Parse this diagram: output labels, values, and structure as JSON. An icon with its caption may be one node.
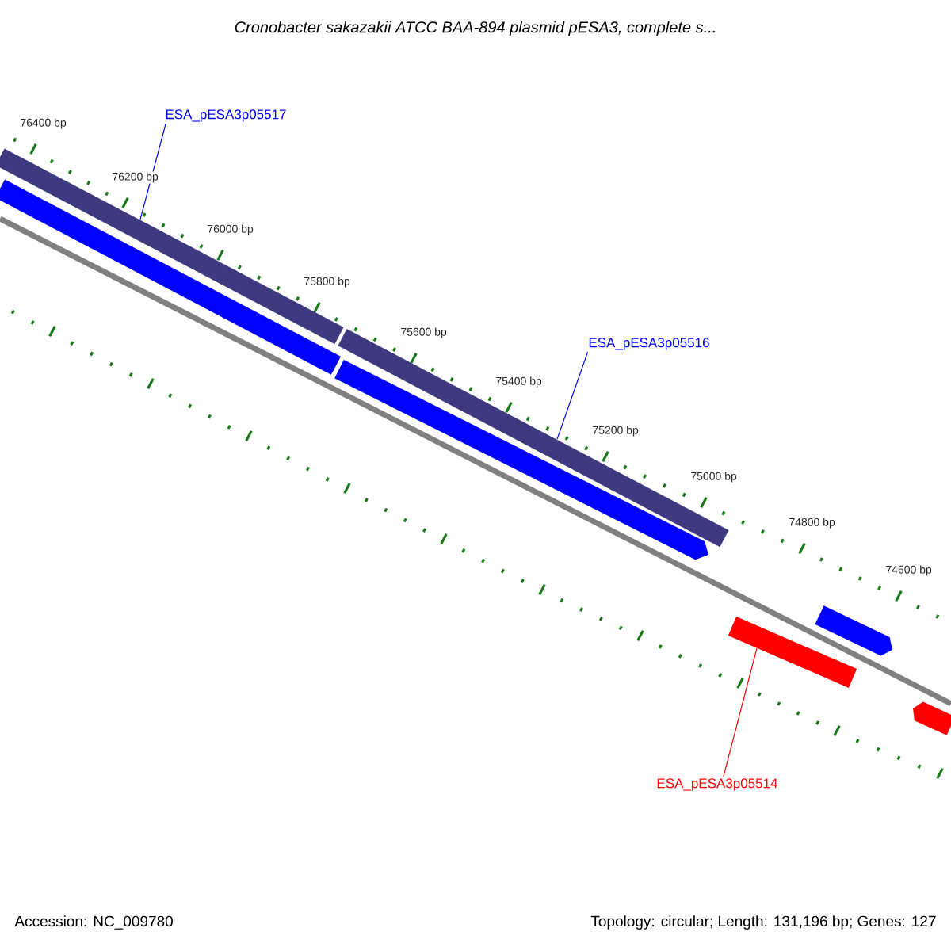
{
  "diagram": {
    "title": "*Cronobacter sakazakii* ATCC BAA-894 plasmid pESA3, complete s...",
    "nodes": [
      {
        "text": [
          "ESA_pESA3p05517"
        ]
      },
      {
        "text": [],
        "shape": "bar"
      },
      {
        "text": [
          "ESA_pESA3p05516"
        ]
      },
      {
        "text": [],
        "shape": "bar"
      },
      {
        "text": [
          "ESA_pESA3p05514"
        ]
      },
      {
        "text": [],
        "shape": "bar"
      }
    ],
    "edges": [
      {
        "from": 0,
        "to": 1,
        "arrow": "none",
        "color": "#0000ff"
      },
      {
        "from": 2,
        "to": 3,
        "arrow": "none",
        "color": "#0000ff"
      },
      {
        "from": 4,
        "to": 5,
        "arrow": "none",
        "color": "#ff0000"
      }
    ],
    "labels": [
      "76400 bp",
      "76200 bp",
      "76000 bp",
      "75800 bp",
      "75600 bp",
      "75400 bp",
      "75200 bp",
      "75000 bp",
      "74800 bp",
      "74600 bp",
      "Accession: NC_009780",
      "Topology: circular; Length: 131,196 bp; Genes: 127"
    ]
  }
}
